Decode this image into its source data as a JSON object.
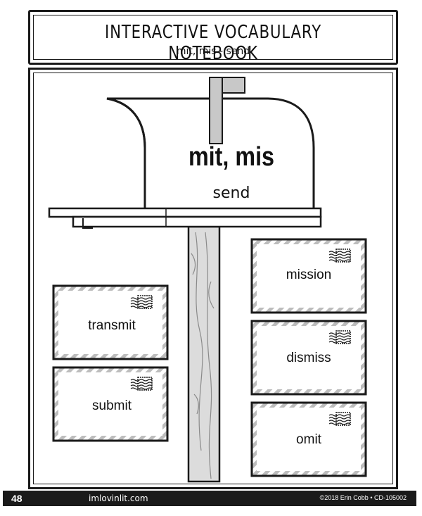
{
  "header": {
    "title": "INTERACTIVE VOCABULARY NOTEBOOK",
    "subtitle": "mit, mis - send"
  },
  "mailbox": {
    "root": "mit, mis",
    "meaning": "send"
  },
  "envelopes_left": [
    {
      "word": "transmit"
    },
    {
      "word": "submit"
    }
  ],
  "envelopes_right": [
    {
      "word": "mission"
    },
    {
      "word": "dismiss"
    },
    {
      "word": "omit"
    }
  ],
  "footer": {
    "page_number": "48",
    "website": "imlovinlit.com",
    "copyright": "©2018 Erin Cobb • CD-105002"
  },
  "colors": {
    "ink": "#1a1a1a",
    "flag": "#c8c8c8",
    "post": "#d9d9d9",
    "stamp_stripe": "#bdbdbd"
  }
}
